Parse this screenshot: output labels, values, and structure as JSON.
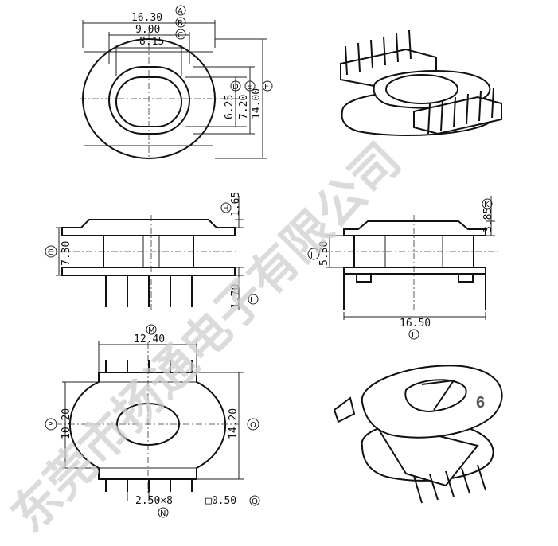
{
  "watermark": "东莞市扬通电子有限公司",
  "page_number": "6",
  "top_view": {
    "dims": {
      "A": "16.30",
      "B": "9.00",
      "C": "8.15",
      "D": "6.25",
      "E": "7.20",
      "F": "14.00"
    },
    "labels": {
      "A": "A",
      "B": "B",
      "C": "C",
      "D": "D",
      "E": "E",
      "F": "F"
    }
  },
  "front_view": {
    "dims": {
      "H": "1.65",
      "G": "7.30",
      "I": "1.70"
    },
    "labels": {
      "H": "H",
      "G": "G",
      "I": "I"
    }
  },
  "side_view": {
    "dims": {
      "K": "3.85",
      "J": "5.30",
      "L": "16.50"
    },
    "labels": {
      "K": "K",
      "J": "J",
      "L": "L"
    }
  },
  "bottom_view": {
    "dims": {
      "M": "12.40",
      "P": "10.20",
      "O": "14.20",
      "N": "2.50×8",
      "Q": "□0.50"
    },
    "labels": {
      "M": "M",
      "P": "P",
      "O": "O",
      "N": "N",
      "Q": "Q"
    }
  }
}
